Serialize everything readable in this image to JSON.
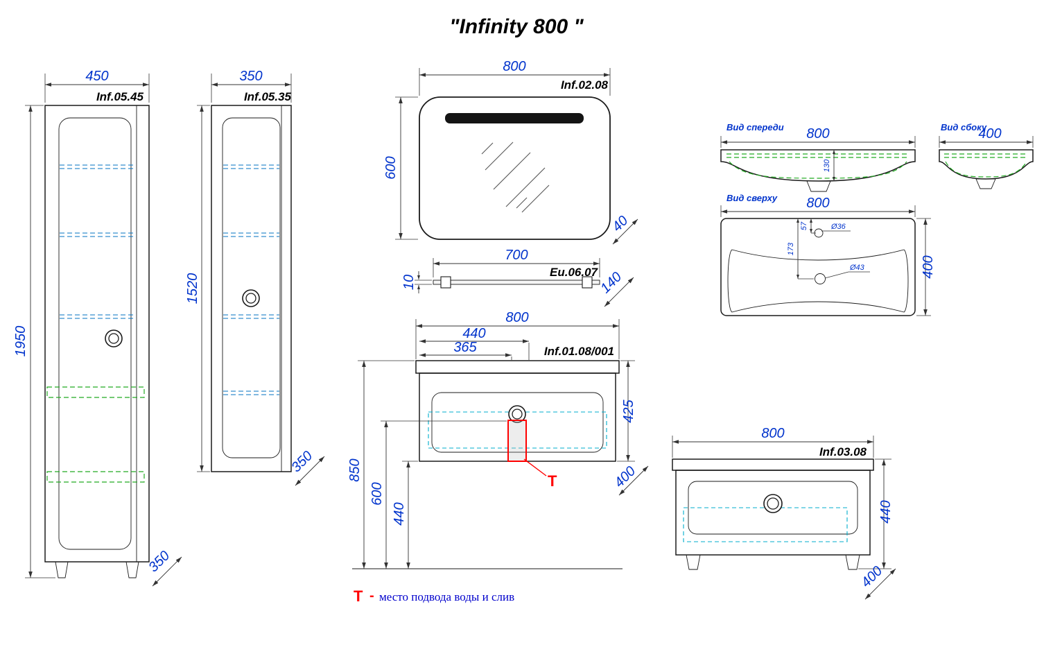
{
  "title": "\"Infinity 800 \"",
  "tall_cabinet": {
    "code": "Inf.05.45",
    "width": "450",
    "height": "1950",
    "depth": "350"
  },
  "wall_cabinet": {
    "code": "Inf.05.35",
    "width": "350",
    "height": "1520",
    "depth": "350"
  },
  "mirror": {
    "code": "Inf.02.08",
    "width": "800",
    "height": "600",
    "depth": "40"
  },
  "shelf": {
    "code": "Eu.06.07",
    "width": "700",
    "thickness": "10",
    "depth": "140"
  },
  "vanity": {
    "code": "Inf.01.08/001",
    "width": "800",
    "basin_offset_440": "440",
    "basin_offset_365": "365",
    "height": "425",
    "depth": "400",
    "mount_height_850": "850",
    "mount_height_600": "600",
    "mount_height_440": "440",
    "t_marker": "Т"
  },
  "sink": {
    "front_view_label": "Вид спереди",
    "front_width": "800",
    "depth_130": "130",
    "side_view_label": "Вид сбоку",
    "side_width": "400",
    "top_view_label": "Вид сверху",
    "top_width": "800",
    "top_depth": "400",
    "faucet_hole": "Ø36",
    "drain_hole": "Ø43",
    "faucet_offset": "57",
    "drain_offset": "173"
  },
  "floor_cabinet": {
    "code": "Inf.03.08",
    "width": "800",
    "height": "440",
    "depth": "400"
  },
  "legend": {
    "symbol": "Т",
    "dash": "-",
    "text": "место подвода воды и слив"
  },
  "colors": {
    "dimension_text": "#0033cc",
    "accent_red": "#ff0000",
    "shelf_dash": "#0070c0",
    "panel_dash": "#22aa22",
    "drawer_dash": "#00aecc"
  }
}
